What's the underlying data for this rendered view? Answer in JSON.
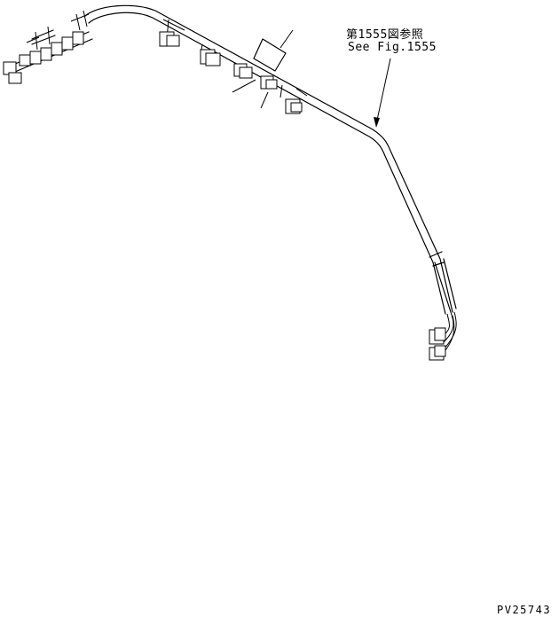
{
  "diagram": {
    "reference_ja": "第1555図参照",
    "reference_en": "See Fig.1555",
    "drawing_code": "PV25743"
  },
  "colors": {
    "line": "#000000",
    "background": "#ffffff"
  }
}
